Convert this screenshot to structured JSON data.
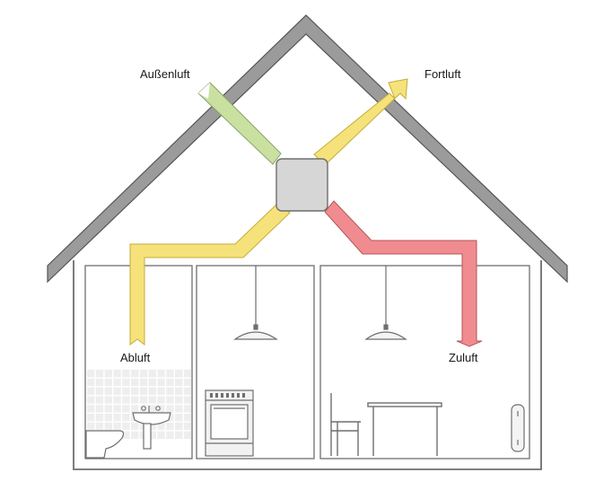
{
  "labels": {
    "aussenluft": "Außenluft",
    "fortluft": "Fortluft",
    "abluft": "Abluft",
    "zuluft": "Zuluft"
  },
  "colors": {
    "roof": "#9b9b9b",
    "aussenluft": "#c9e0a0",
    "fortluft_abluft": "#f5e27a",
    "zuluft": "#f08c8f",
    "unit": "#d6d6d6",
    "outline": "#6e6e6e"
  },
  "icons": [
    "ventilation-unit-icon",
    "toilet-icon",
    "sink-icon",
    "stove-icon",
    "pendant-lamp-icon",
    "chair-icon",
    "table-icon",
    "radiator-icon"
  ]
}
